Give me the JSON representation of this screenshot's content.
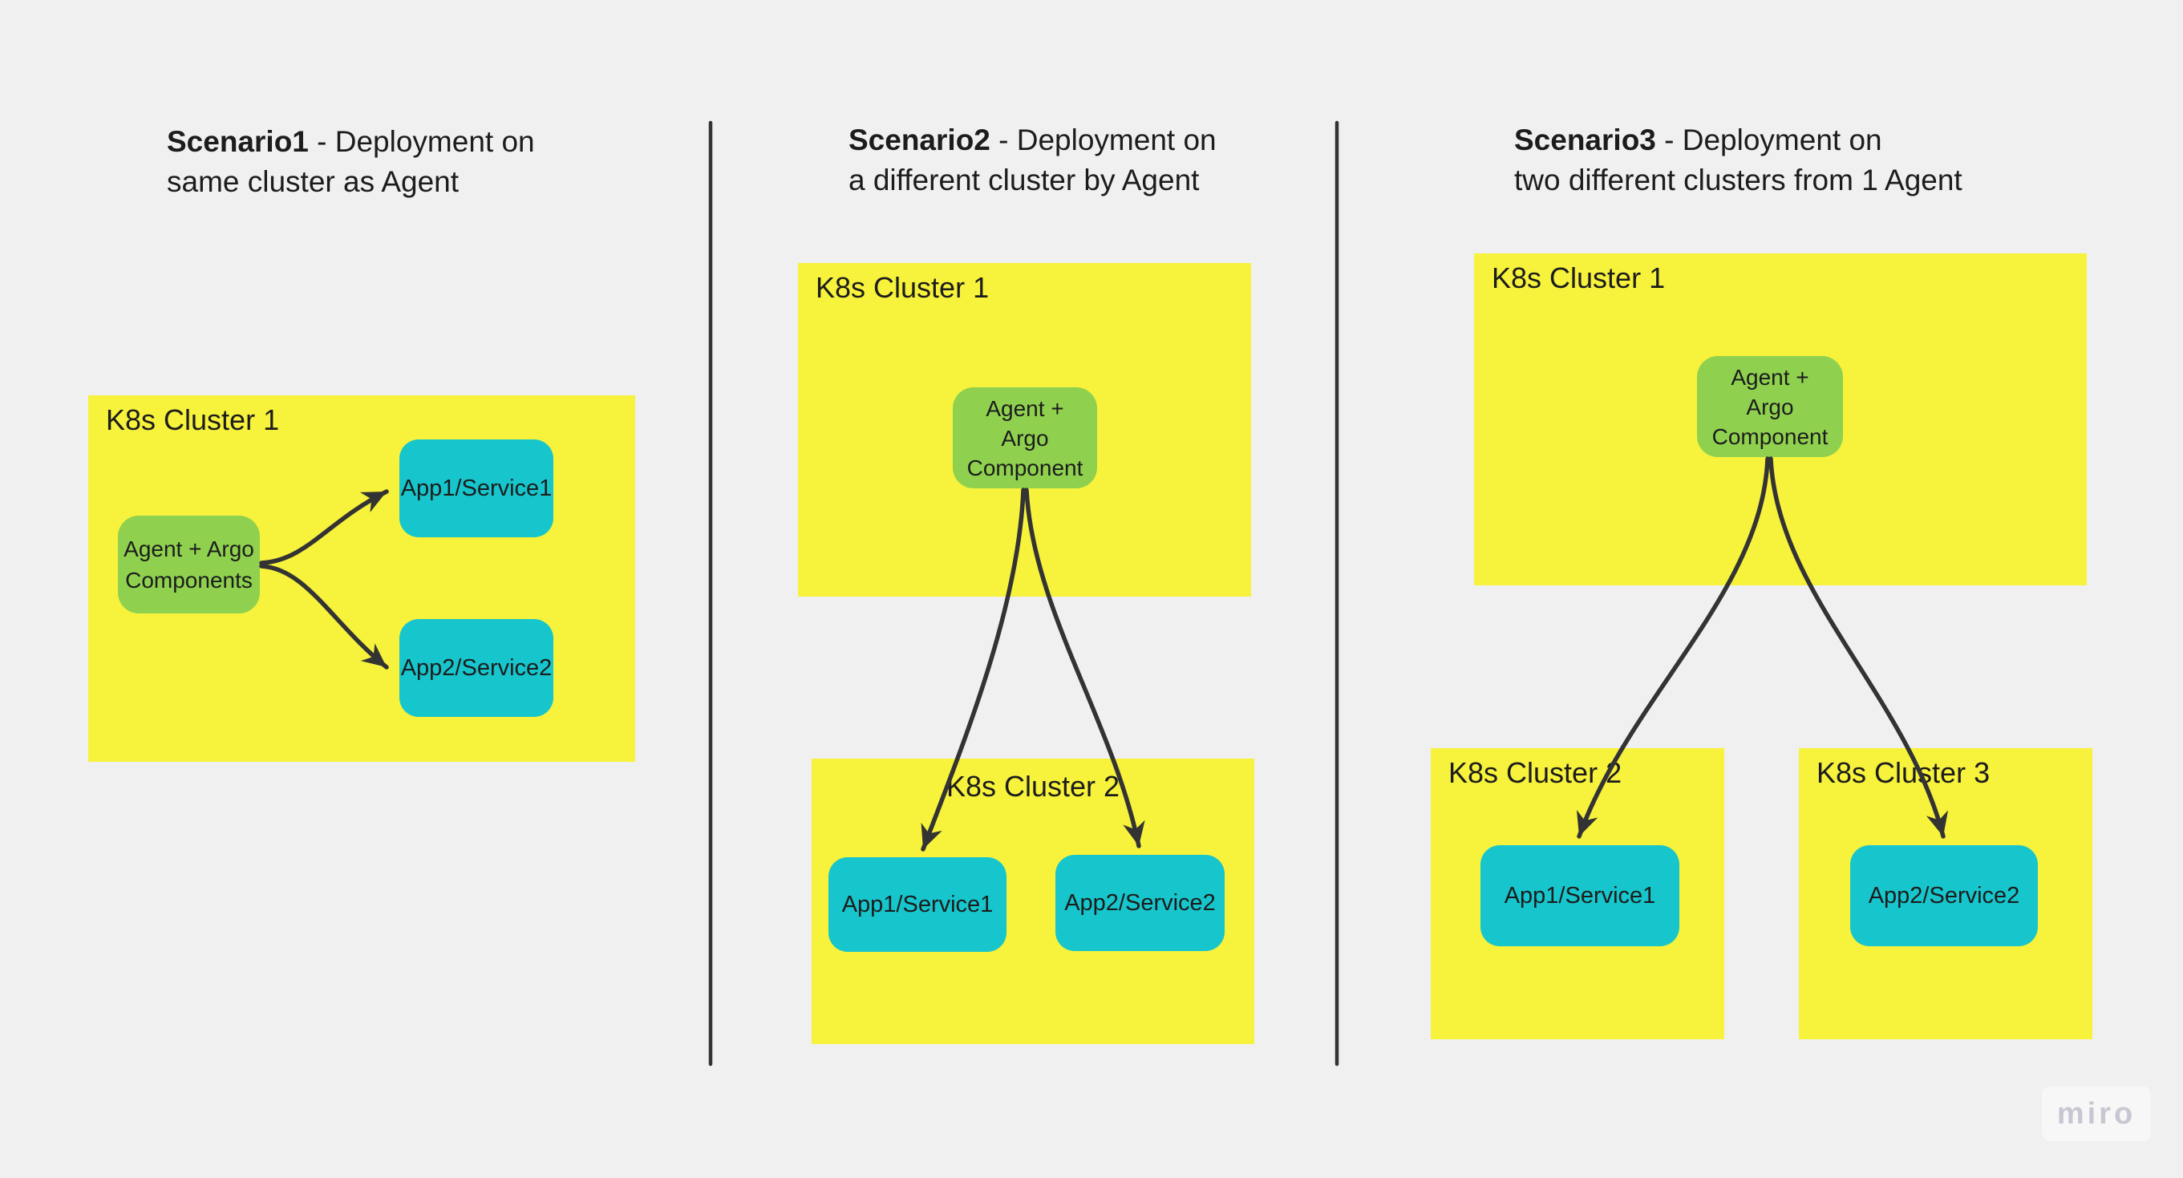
{
  "colors": {
    "background": "#f0f0f1",
    "cluster_fill": "#f7f23c",
    "agent_fill": "#8fd14f",
    "app_fill": "#16c6cc",
    "connector": "#333333",
    "text": "#1c1c1c",
    "watermark_bg": "#f7f7f8",
    "watermark_text": "#c7c7d1"
  },
  "watermark": {
    "label": "miro"
  },
  "scenario1": {
    "title": {
      "bold": "Scenario1",
      "line1_rest": " - Deployment on",
      "line2": "same cluster as Agent"
    },
    "cluster1": {
      "label": "K8s Cluster 1"
    },
    "agent": {
      "lines": [
        "Agent + Argo",
        "Components"
      ]
    },
    "app1": {
      "label": "App1/Service1"
    },
    "app2": {
      "label": "App2/Service2"
    }
  },
  "scenario2": {
    "title": {
      "bold": "Scenario2",
      "line1_rest": " - Deployment on",
      "line2": "a different cluster by Agent"
    },
    "cluster1": {
      "label": "K8s Cluster 1"
    },
    "agent": {
      "lines": [
        "Agent +",
        "Argo",
        "Component"
      ]
    },
    "cluster2": {
      "label": "K8s Cluster 2"
    },
    "app1": {
      "label": "App1/Service1"
    },
    "app2": {
      "label": "App2/Service2"
    }
  },
  "scenario3": {
    "title": {
      "bold": "Scenario3",
      "line1_rest": " - Deployment on",
      "line2": "two different clusters from 1 Agent"
    },
    "cluster1": {
      "label": "K8s Cluster 1"
    },
    "agent": {
      "lines": [
        "Agent +",
        "Argo",
        "Component"
      ]
    },
    "cluster2": {
      "label": "K8s Cluster 2"
    },
    "cluster3": {
      "label": "K8s Cluster 3"
    },
    "app1": {
      "label": "App1/Service1"
    },
    "app2": {
      "label": "App2/Service2"
    }
  }
}
